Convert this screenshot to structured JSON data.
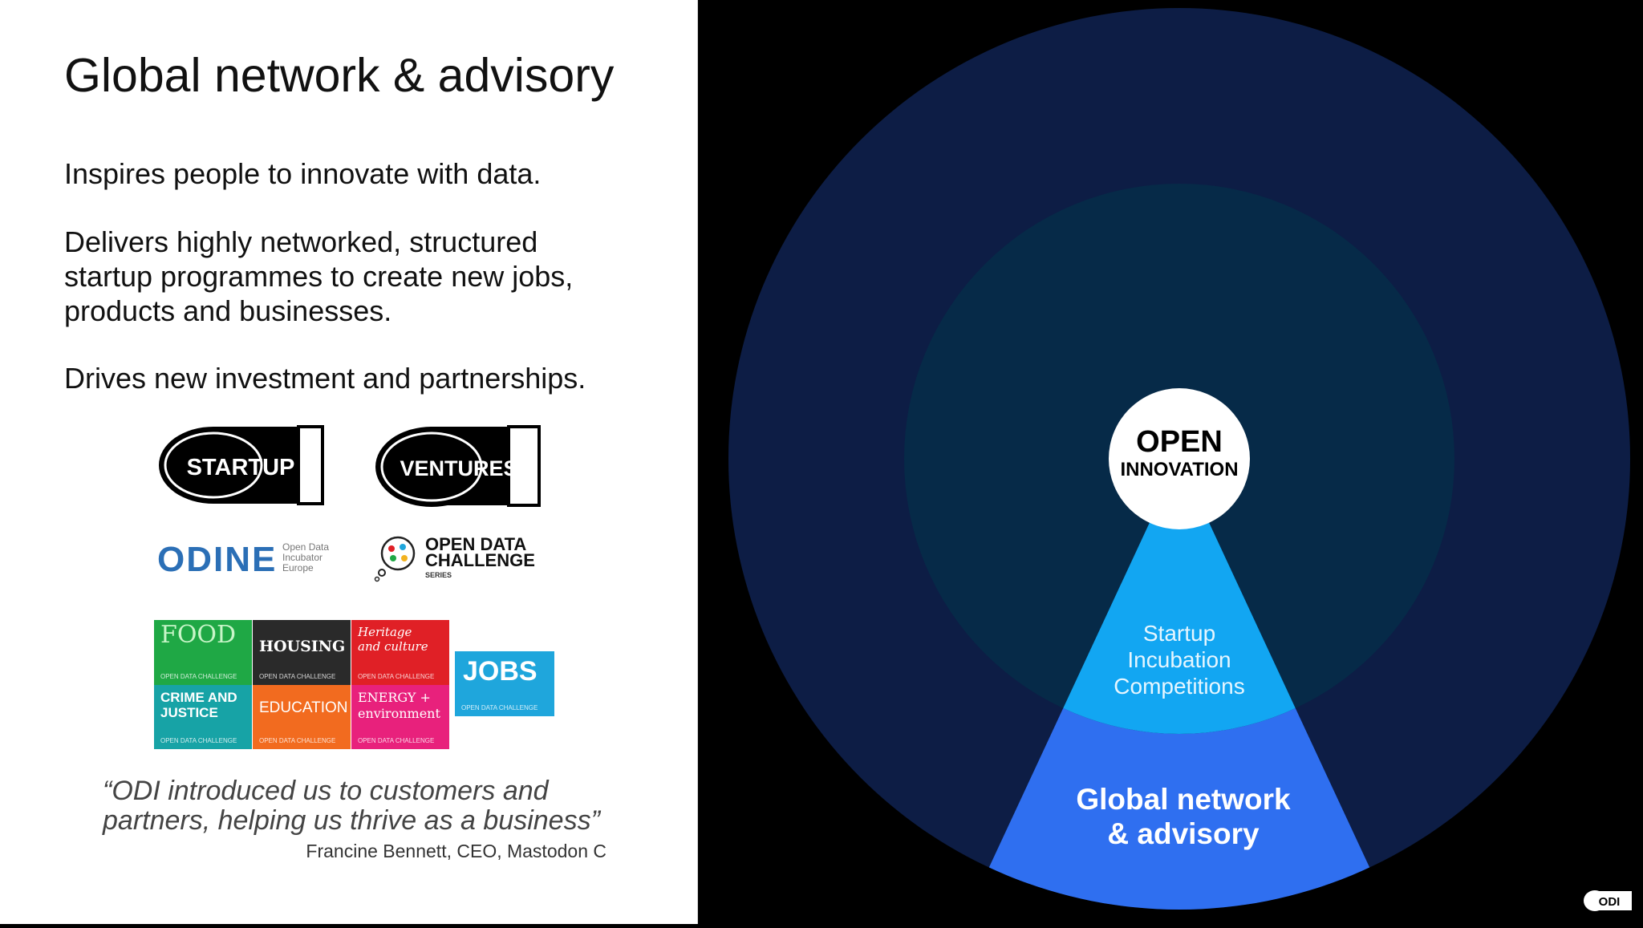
{
  "slide": {
    "title": "Global network & advisory",
    "paragraphs": [
      "Inspires people to innovate with data.",
      "Delivers highly networked, structured startup programmes to create new jobs, products and businesses.",
      "Drives new investment and partnerships."
    ],
    "quote": "“ODI introduced us to customers and partners, helping us thrive as a business”",
    "attribution": "Francine Bennett, CEO, Mastodon C"
  },
  "logos": {
    "startup": "STARTUP",
    "ventures": "VENTURES",
    "odine_word": "ODINE",
    "odine_sub": [
      "Open Data",
      "Incubator",
      "Europe"
    ],
    "challenge": [
      "OPEN DATA",
      "CHALLENGE"
    ],
    "challenge_series": "SERIES",
    "corner": "ODI"
  },
  "tiles": [
    {
      "label": "FOOD",
      "color": "#1fa845"
    },
    {
      "label": "HOUSING",
      "color": "#2a2a2a"
    },
    {
      "label": "Heritage and culture",
      "color": "#e02026"
    },
    {
      "label": "JOBS",
      "color": "#1fa6dc"
    },
    {
      "label": "CRIME AND JUSTICE",
      "color": "#17a3a6"
    },
    {
      "label": "EDUCATION",
      "color": "#f26b1f"
    },
    {
      "label": "ENERGY + environment",
      "color": "#e8217c"
    }
  ],
  "tile_sub": "OPEN DATA CHALLENGE",
  "diagram": {
    "center_line1": "OPEN",
    "center_line2": "INNOVATION",
    "middle_label": [
      "Startup",
      "Incubation",
      "Competitions"
    ],
    "outer_label": [
      "Global network",
      "& advisory"
    ],
    "colors": {
      "outer_ring": "#0d1d45",
      "middle_ring": "#062a48",
      "wedge_middle": "#12a6f2",
      "wedge_outer": "#2f6ff0",
      "center": "#ffffff"
    }
  }
}
